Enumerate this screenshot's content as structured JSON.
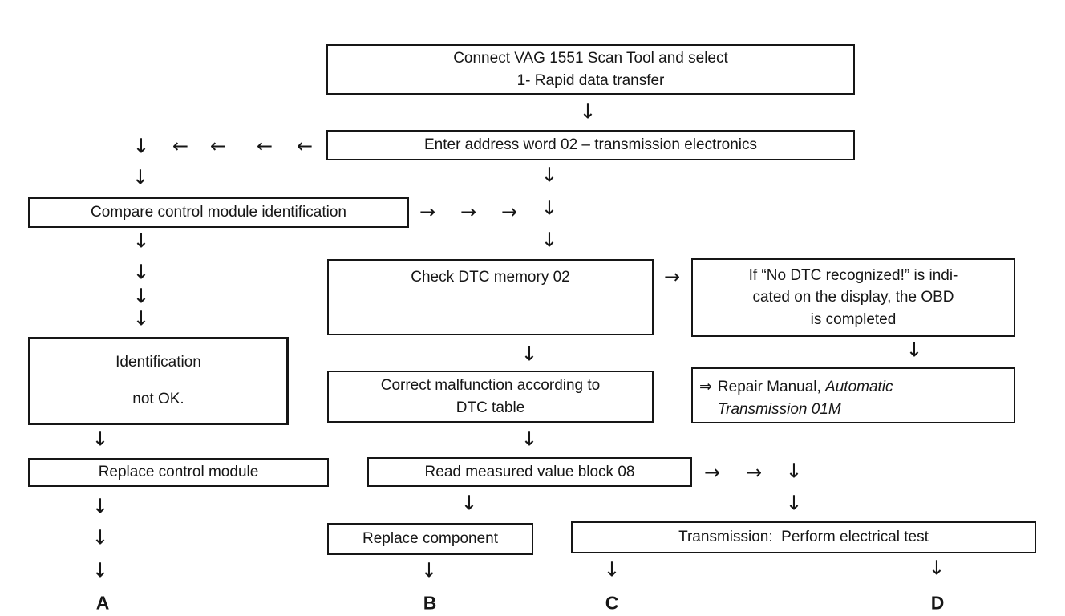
{
  "ink": "#161616",
  "glyphs": {
    "down": "↓",
    "left": "←",
    "right": "→",
    "double_right": "⇒"
  },
  "boxes": {
    "connect": {
      "line1": "Connect VAG 1551 Scan Tool and select",
      "line2": "1- Rapid data transfer"
    },
    "enter_address": {
      "label": "Enter address word 02 – transmission electronics"
    },
    "compare": {
      "label": "Compare control module identification"
    },
    "check_dtc": {
      "label": "Check DTC memory 02"
    },
    "no_dtc": {
      "line1": "If “No DTC recognized!” is indi-",
      "line2": "cated on the display, the OBD",
      "line3": "is completed"
    },
    "repair_manual": {
      "pointer": "⇒",
      "text": "Repair Manual, ",
      "italic": "Automatic Transmission 01M"
    },
    "correct_malfunction": {
      "line1": "Correct malfunction according to",
      "line2": "DTC table"
    },
    "identification": {
      "line1": "Identification",
      "line2": "not OK."
    },
    "replace_module": {
      "label": "Replace control module"
    },
    "read_block": {
      "label": "Read measured value block 08"
    },
    "replace_component": {
      "label": "Replace component"
    },
    "transmission_test": {
      "label": "Transmission:  Perform electrical test"
    }
  },
  "outlets": {
    "a": "A",
    "b": "B",
    "c": "C",
    "d": "D"
  }
}
